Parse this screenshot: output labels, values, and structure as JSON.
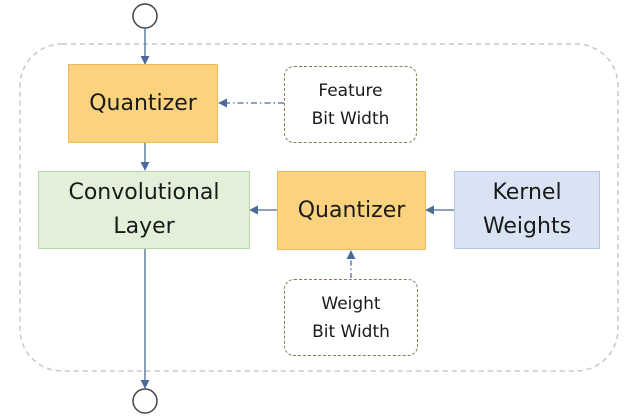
{
  "nodes": {
    "quantizer_feature": {
      "label": "Quantizer"
    },
    "feature_bit_width": {
      "line1": "Feature",
      "line2": "Bit Width"
    },
    "conv_layer": {
      "line1": "Convolutional",
      "line2": "Layer"
    },
    "quantizer_weight": {
      "label": "Quantizer"
    },
    "kernel_weights": {
      "line1": "Kernel",
      "line2": "Weights"
    },
    "weight_bit_width": {
      "line1": "Weight",
      "line2": "Bit Width"
    }
  },
  "colors": {
    "quantizer_fill": "#fbd27e",
    "conv_fill": "#e2f0d9",
    "kernel_fill": "#dae3f3",
    "arrow": "#4a6a9a",
    "container_border": "#c8c8c8"
  }
}
